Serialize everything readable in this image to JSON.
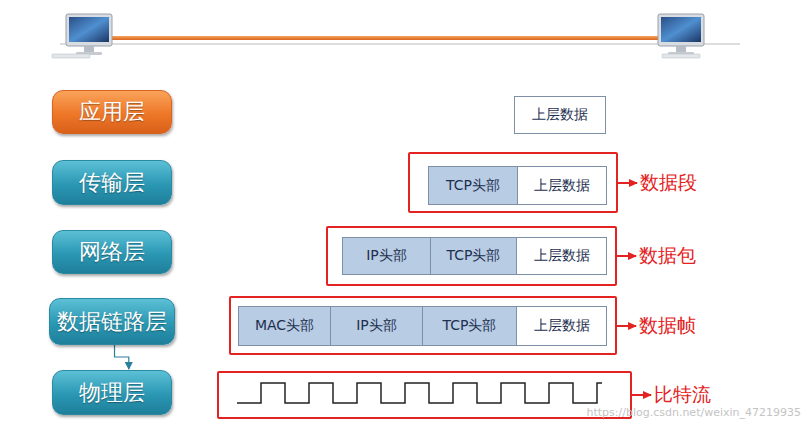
{
  "diagram": {
    "nodes": [
      {
        "text": [
          "应用层"
        ]
      },
      {
        "text": [
          "上层数据"
        ]
      },
      {
        "text": [
          "传输层"
        ]
      },
      {
        "text": [
          "数据段"
        ]
      },
      {
        "text": [
          "TCP头部"
        ],
        "in": 3
      },
      {
        "text": [
          "上层数据"
        ],
        "in": 3
      },
      {
        "text": [
          "网络层"
        ]
      },
      {
        "text": [
          "数据包"
        ]
      },
      {
        "text": [
          "IP头部"
        ],
        "in": 7
      },
      {
        "text": [
          "TCP头部"
        ],
        "in": 7
      },
      {
        "text": [
          "上层数据"
        ],
        "in": 7
      },
      {
        "text": [
          "数据链路层"
        ]
      },
      {
        "text": [
          "数据帧"
        ]
      },
      {
        "text": [
          "MAC头部"
        ],
        "in": 12
      },
      {
        "text": [
          "IP头部"
        ],
        "in": 12
      },
      {
        "text": [
          "TCP头部"
        ],
        "in": 12
      },
      {
        "text": [
          "上层数据"
        ],
        "in": 12
      },
      {
        "text": [
          "物理层"
        ]
      },
      {
        "text": [
          "比特流"
        ]
      }
    ],
    "edges": [
      {
        "from": 11,
        "to": 17,
        "arrow": "to"
      }
    ],
    "labels": [
      "https://blog.csdn.net/weixin_47219935"
    ]
  }
}
